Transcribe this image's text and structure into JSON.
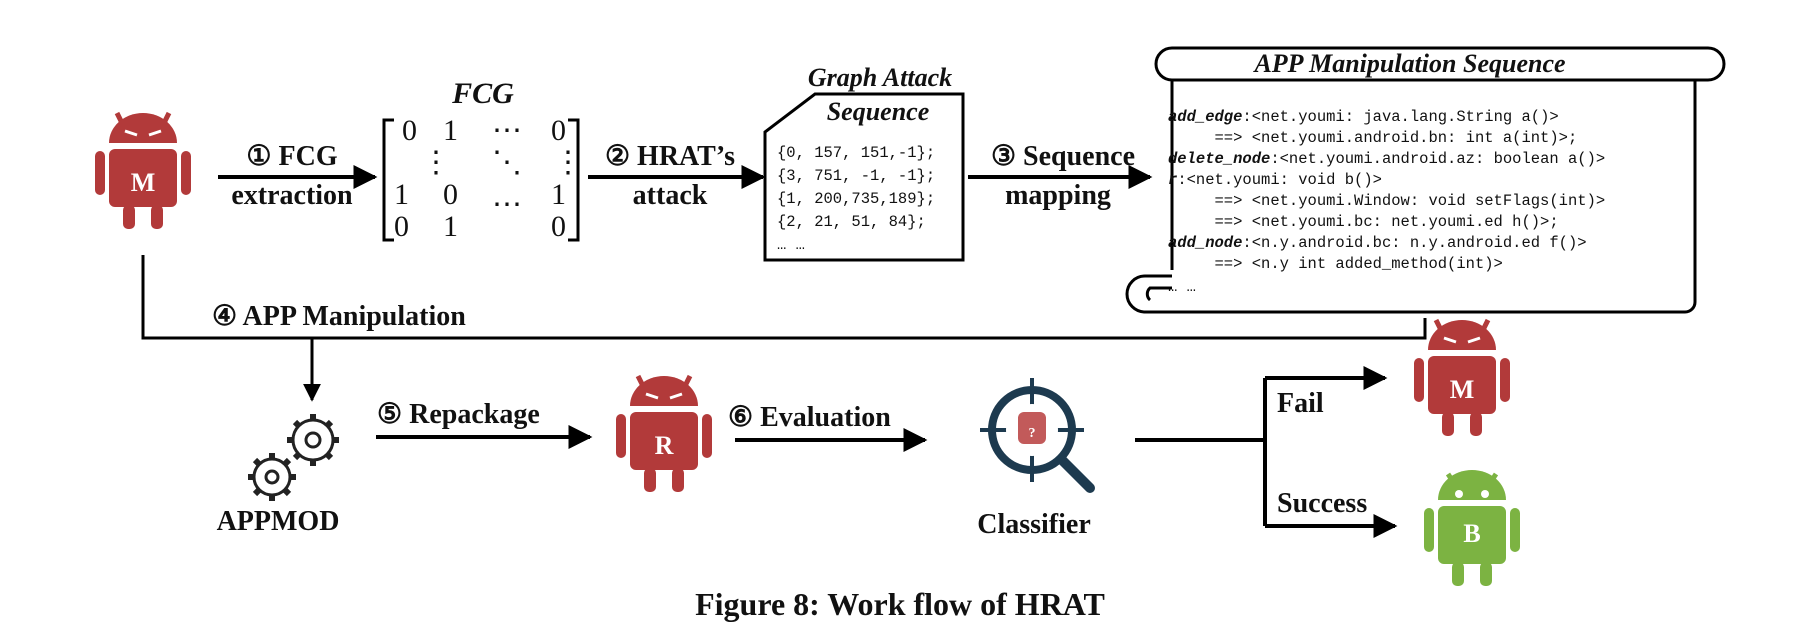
{
  "caption": "Figure 8: Work flow of HRAT",
  "steps": {
    "s1_line1": "① FCG",
    "s1_line2": "extraction",
    "s2_line1": "② HRAT’s",
    "s2_line2": "attack",
    "s3_line1": "③ Sequence",
    "s3_line2": "mapping",
    "s4": "④ APP Manipulation",
    "s5": "⑤ Repackage",
    "s6": "⑥ Evaluation"
  },
  "fcg": {
    "title": "FCG",
    "rows": [
      [
        "0",
        "1",
        "⋯",
        "0"
      ],
      [
        "⋮",
        "",
        "⋱",
        "⋮"
      ],
      [
        "1",
        "0",
        "⋯",
        "1"
      ],
      [
        "0",
        "1",
        "",
        "0"
      ]
    ]
  },
  "graph_attack": {
    "title_line1": "Graph Attack",
    "title_line2": "Sequence",
    "lines": [
      "{0, 157, 151,-1};",
      "{3, 751, -1, -1};",
      "{1, 200,735,189};",
      "{2, 21, 51, 84};",
      "… …"
    ]
  },
  "manipulation": {
    "title": "APP Manipulation Sequence",
    "lines": [
      {
        "kw": "add_edge",
        "text": ":<net.youmi: java.lang.String a()>"
      },
      {
        "kw": "",
        "text": "     ==> <net.youmi.android.bn: int a(int)>;"
      },
      {
        "kw": "delete_node",
        "text": ":<net.youmi.android.az: boolean a()>"
      },
      {
        "kw": "r",
        "text": ":<net.youmi: void b()>"
      },
      {
        "kw": "",
        "text": "     ==> <net.youmi.Window: void setFlags(int)>"
      },
      {
        "kw": "",
        "text": "     ==> <net.youmi.bc: net.youmi.ed h()>;"
      },
      {
        "kw": "add_node",
        "text": ":<n.y.android.bc: n.y.android.ed f()>"
      },
      {
        "kw": "",
        "text": "     ==> <n.y int added_method(int)>"
      },
      {
        "kw": "",
        "text": "… …"
      }
    ]
  },
  "bots": {
    "malicious_in": "M",
    "repacked": "R",
    "malicious_out": "M",
    "benign": "B"
  },
  "appmod_label": "APPMOD",
  "classifier_label": "Classifier",
  "classifier_glyph": "?",
  "outcomes": {
    "fail": "Fail",
    "success": "Success"
  },
  "colors": {
    "malicious": "#b23a3a",
    "benign": "#7cb342",
    "line": "#000000"
  },
  "icons": [
    "android-malware-icon",
    "gears-icon",
    "magnifier-target-icon",
    "android-benign-icon"
  ]
}
